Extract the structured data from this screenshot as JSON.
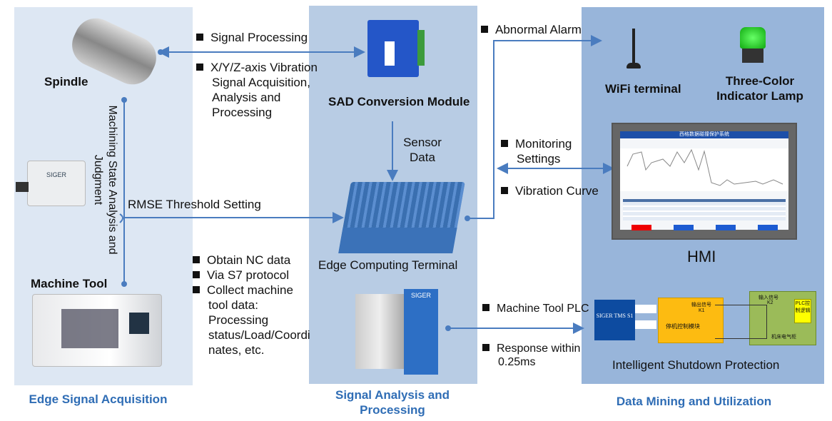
{
  "panels": {
    "left": {
      "caption": "Edge Signal Acquisition",
      "spindle": "Spindle",
      "machine_tool": "Machine Tool",
      "sensor_brand": "SIGER",
      "vertical_label": "Machining State Analysis and Judgment",
      "rmse": "RMSE  Threshold Setting"
    },
    "middle": {
      "caption": "Signal Analysis and Processing",
      "sad": "SAD Conversion Module",
      "sensor_data": "Sensor Data",
      "edge": "Edge Computing Terminal",
      "module_brand": "SIGER"
    },
    "right": {
      "caption": "Data Mining and Utilization",
      "wifi": "WiFi terminal",
      "lamp": "Three-Color Indicator Lamp",
      "hmi": "HMI",
      "shutdown": "Intelligent Shutdown Protection",
      "hmi_title": "西格数据碰撞保护系统",
      "circuit": {
        "siger": "SIGER TMS S1",
        "module": "停机控制模块",
        "out": "输出信号",
        "k1": "K1",
        "in": "输入信号",
        "k2": "K2",
        "plc": "PLC控制逻辑",
        "cabinet": "机床电气柜"
      }
    }
  },
  "annotations": {
    "signal_processing": "Signal Processing",
    "xyz": "X/Y/Z-axis Vibration Signal Acquisition, Analysis and Processing",
    "nc": [
      "Obtain NC data",
      "Via S7 protocol",
      "Collect machine tool data: Processing status/Load/Coordinates, etc."
    ],
    "alarm": "Abnormal Alarm",
    "monitoring": "Monitoring Settings",
    "vibration": "Vibration Curve",
    "plc": "Machine Tool PLC",
    "response": "Response within 0.25ms"
  },
  "colors": {
    "arrow": "#4a7cbf",
    "left_bg": "#dde7f3",
    "mid_bg": "#b8cce4",
    "right_bg": "#98b5da",
    "caption": "#2f6db5"
  }
}
